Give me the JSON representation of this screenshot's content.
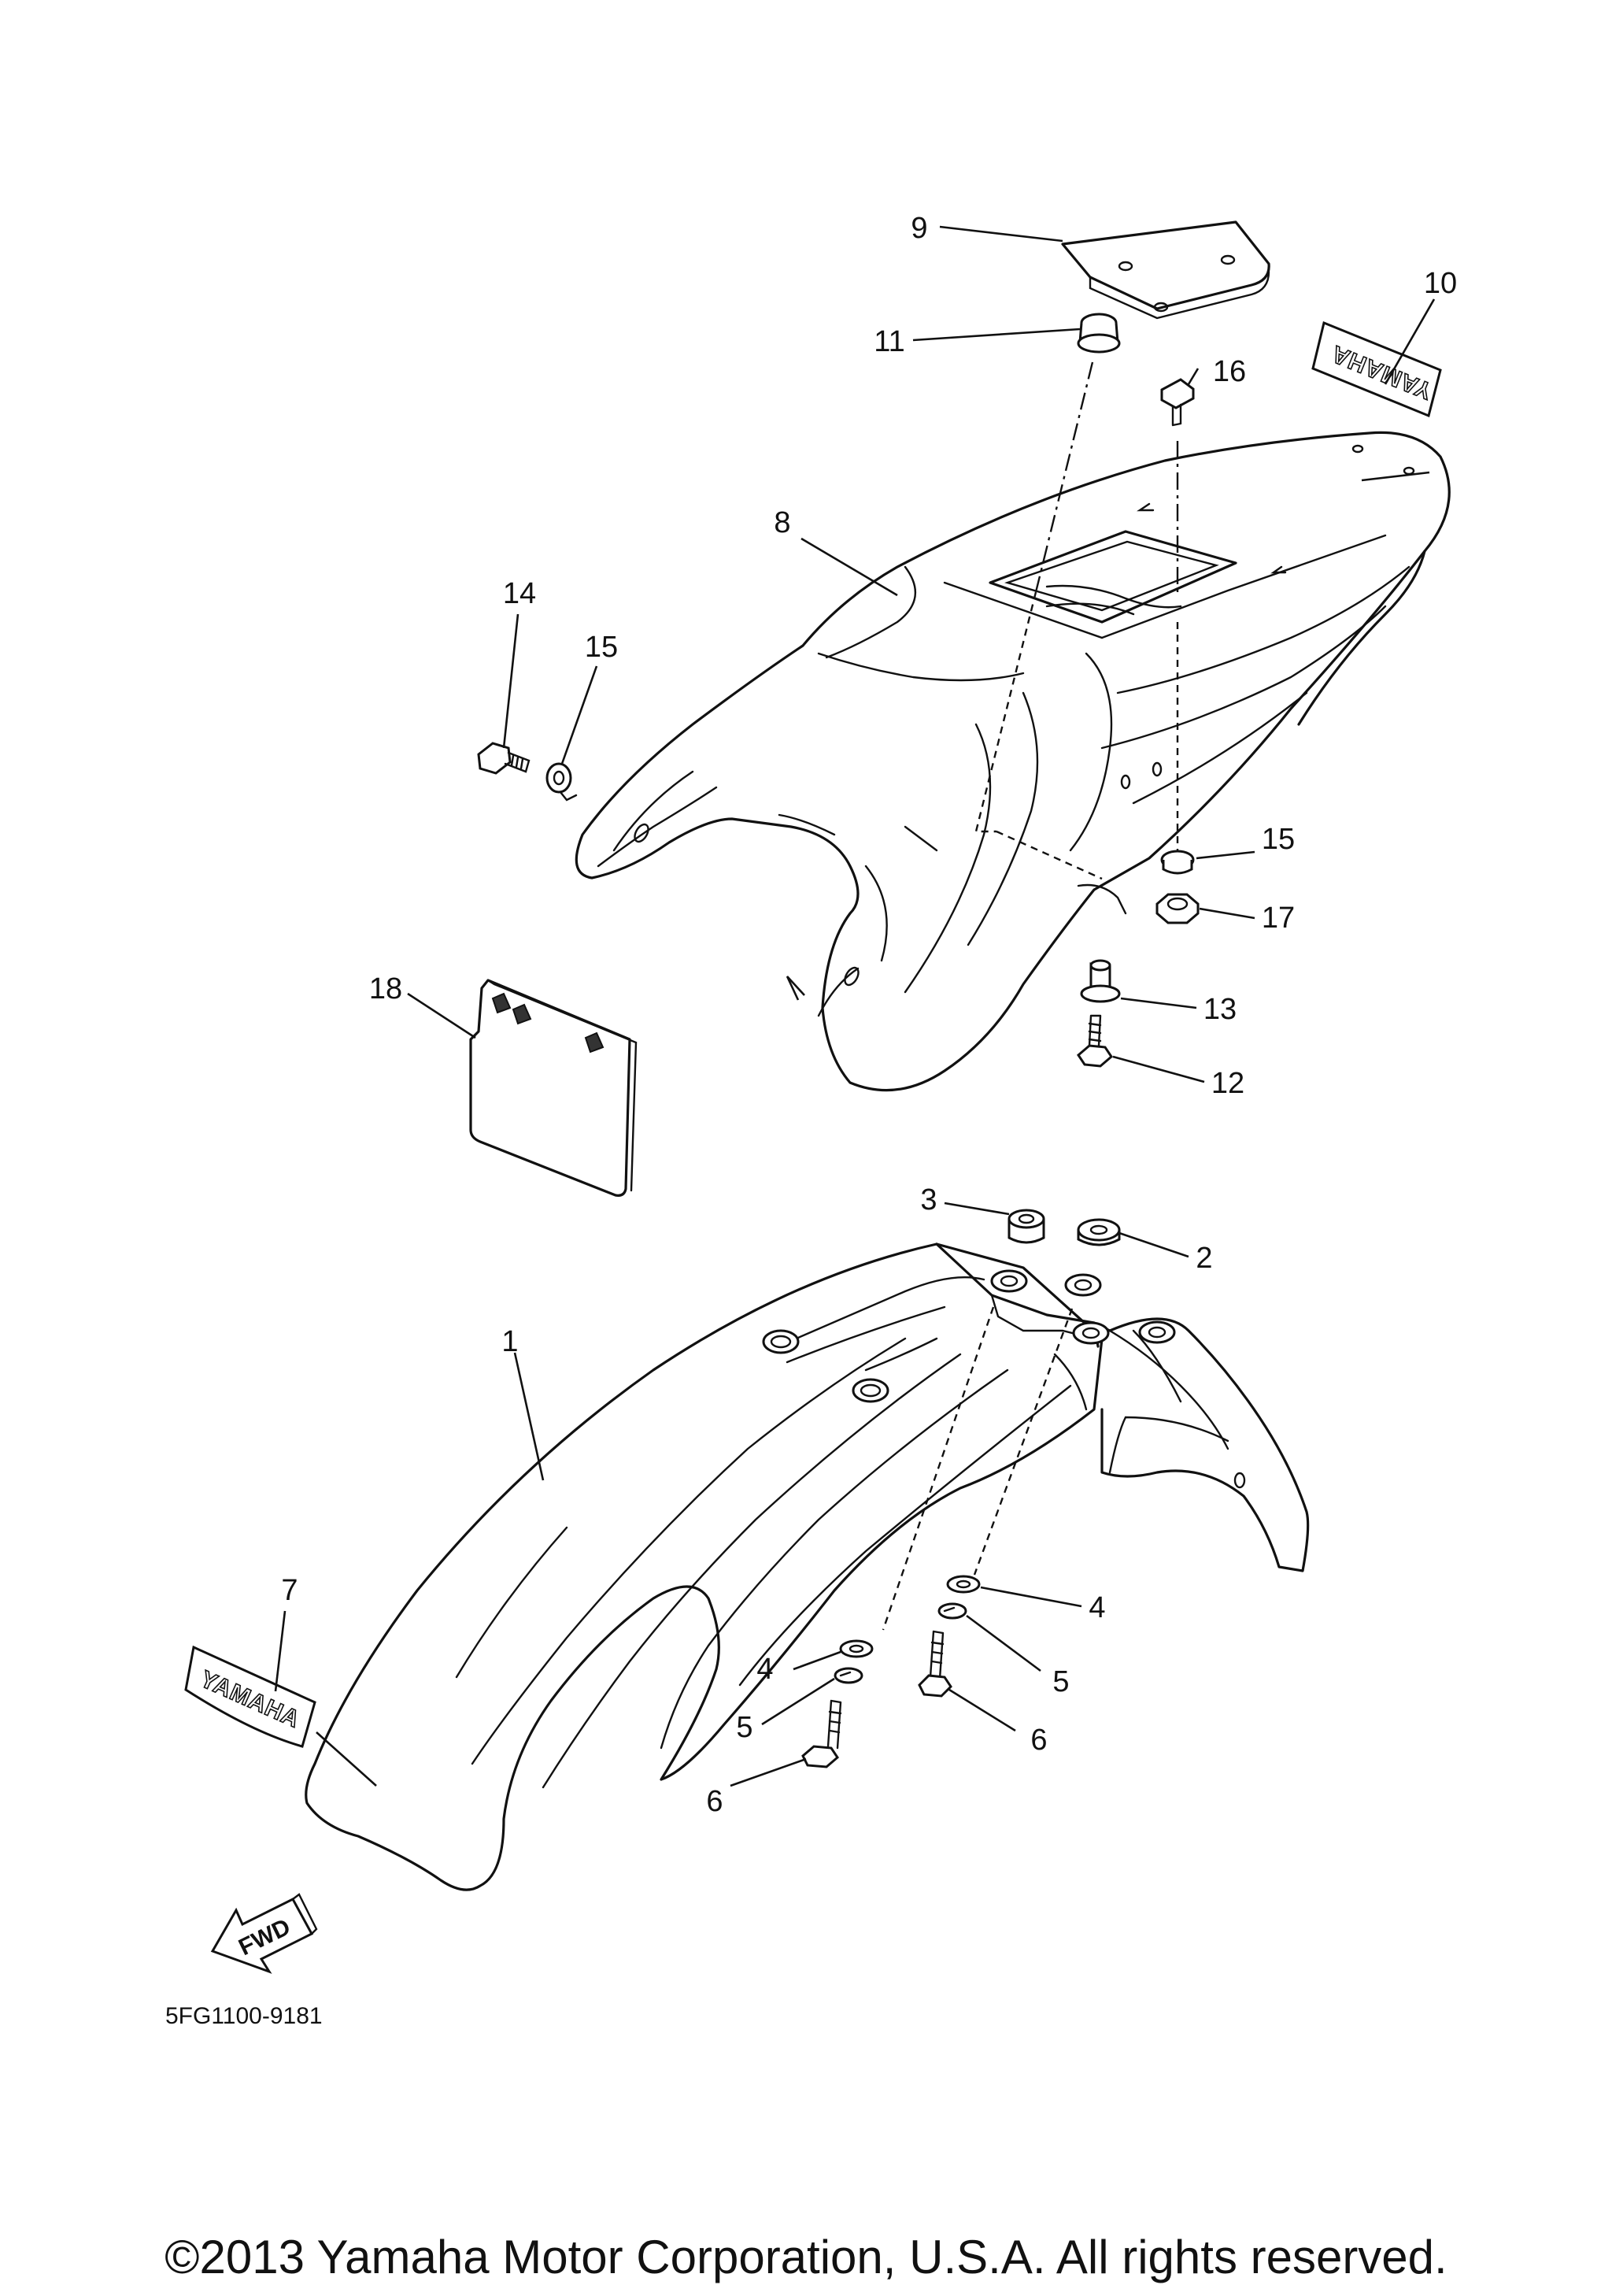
{
  "callouts": {
    "c1": "1",
    "c2": "2",
    "c3": "3",
    "c4a": "4",
    "c4b": "4",
    "c5a": "5",
    "c5b": "5",
    "c6a": "6",
    "c6b": "6",
    "c7": "7",
    "c8": "8",
    "c9": "9",
    "c10": "10",
    "c11": "11",
    "c12": "12",
    "c13": "13",
    "c14": "14",
    "c15a": "15",
    "c15b": "15",
    "c16": "16",
    "c17": "17",
    "c18": "18"
  },
  "decals": {
    "front": "YAMAHA",
    "rear": "YAMAHA"
  },
  "direction_arrow": "FWD",
  "diagram_code": "5FG1100-9181",
  "copyright": "©2013 Yamaha Motor Corporation, U.S.A. All rights reserved.",
  "colors": {
    "line": "#111111",
    "background": "#ffffff"
  }
}
